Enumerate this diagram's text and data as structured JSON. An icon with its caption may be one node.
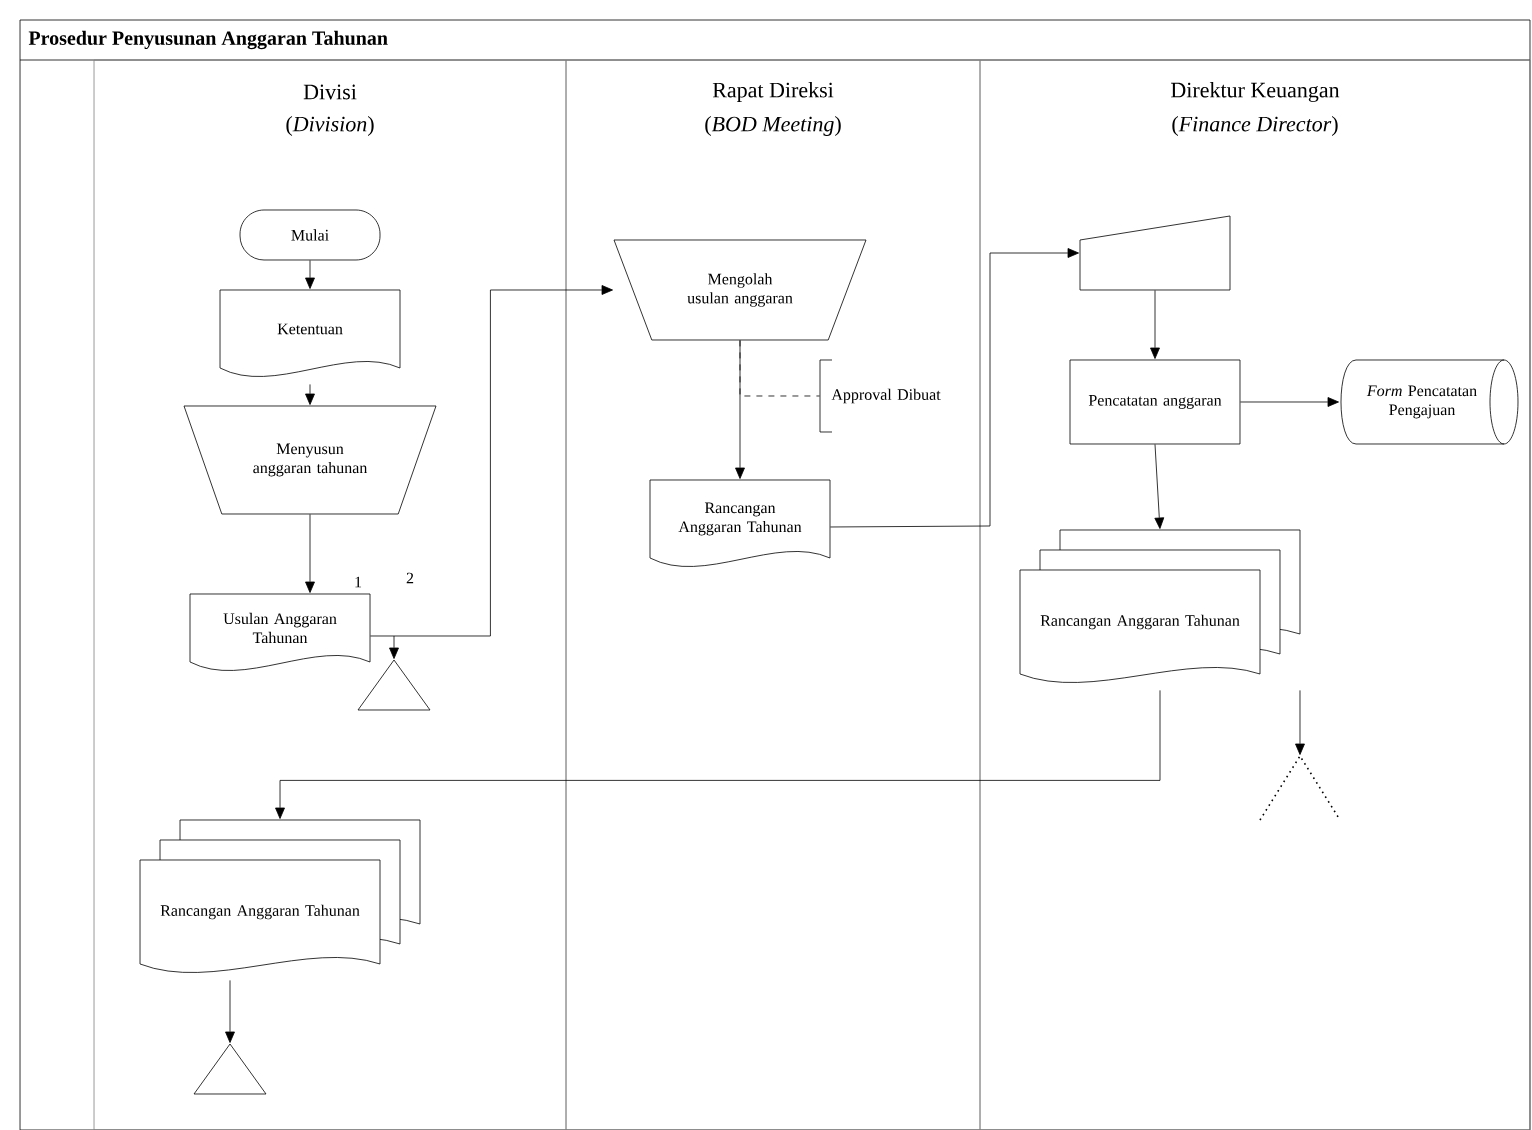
{
  "diagram": {
    "title": "Prosedur Penyusunan Anggaran Tahunan",
    "nodes": [
      {
        "text": [
          "Divisi",
          "(*Division*)"
        ]
      },
      {
        "text": [
          "Rapat Direksi",
          "(*BOD Meeting*)"
        ]
      },
      {
        "text": [
          "Direktur Keuangan",
          "(*Finance Director*)"
        ]
      },
      {
        "text": [
          "Mulai"
        ],
        "in": 0
      },
      {
        "text": [
          "Ketentuan"
        ],
        "in": 0
      },
      {
        "text": [
          "Menyusun anggaran tahunan"
        ],
        "in": 0
      },
      {
        "text": [
          "Usulan Anggaran Tahunan"
        ],
        "in": 0,
        "beside": [
          "1",
          "2"
        ]
      },
      {
        "text": [],
        "shape": "triangle",
        "in": 0
      },
      {
        "text": [
          "Rancangan Anggaran Tahunan"
        ],
        "in": 0
      },
      {
        "text": [],
        "shape": "triangle",
        "in": 0
      },
      {
        "text": [
          "Mengolah usulan anggaran"
        ],
        "in": 1
      },
      {
        "text": [
          "Approval Dibuat"
        ],
        "in": 1
      },
      {
        "text": [
          "Rancangan Anggaran Tahunan"
        ],
        "in": 1
      },
      {
        "text": [],
        "shape": "box",
        "in": 2
      },
      {
        "text": [
          "Pencatatan anggaran"
        ],
        "in": 2
      },
      {
        "text": [
          "*Form* Pencatatan Pengajuan"
        ],
        "in": 2
      },
      {
        "text": [
          "Rancangan Anggaran Tahunan"
        ],
        "in": 2
      },
      {
        "text": [],
        "shape": "triangle",
        "in": 2
      }
    ],
    "edges": [
      {
        "from": 3,
        "to": 4,
        "arrow": "to"
      },
      {
        "from": 4,
        "to": 5,
        "arrow": "to"
      },
      {
        "from": 5,
        "to": 6,
        "arrow": "to"
      },
      {
        "from": 6,
        "to": 7,
        "arrow": "to"
      },
      {
        "from": 6,
        "to": 10,
        "arrow": "to"
      },
      {
        "from": 10,
        "to": 11,
        "arrow": "none",
        "style": "dashed"
      },
      {
        "from": 10,
        "to": 12,
        "arrow": "to"
      },
      {
        "from": 12,
        "to": 13,
        "arrow": "to"
      },
      {
        "from": 13,
        "to": 14,
        "arrow": "to"
      },
      {
        "from": 14,
        "to": 15,
        "arrow": "to"
      },
      {
        "from": 14,
        "to": 16,
        "arrow": "to"
      },
      {
        "from": 16,
        "to": 17,
        "arrow": "to"
      },
      {
        "from": 16,
        "to": 8,
        "arrow": "to"
      },
      {
        "from": 8,
        "to": 9,
        "arrow": "to"
      }
    ]
  }
}
